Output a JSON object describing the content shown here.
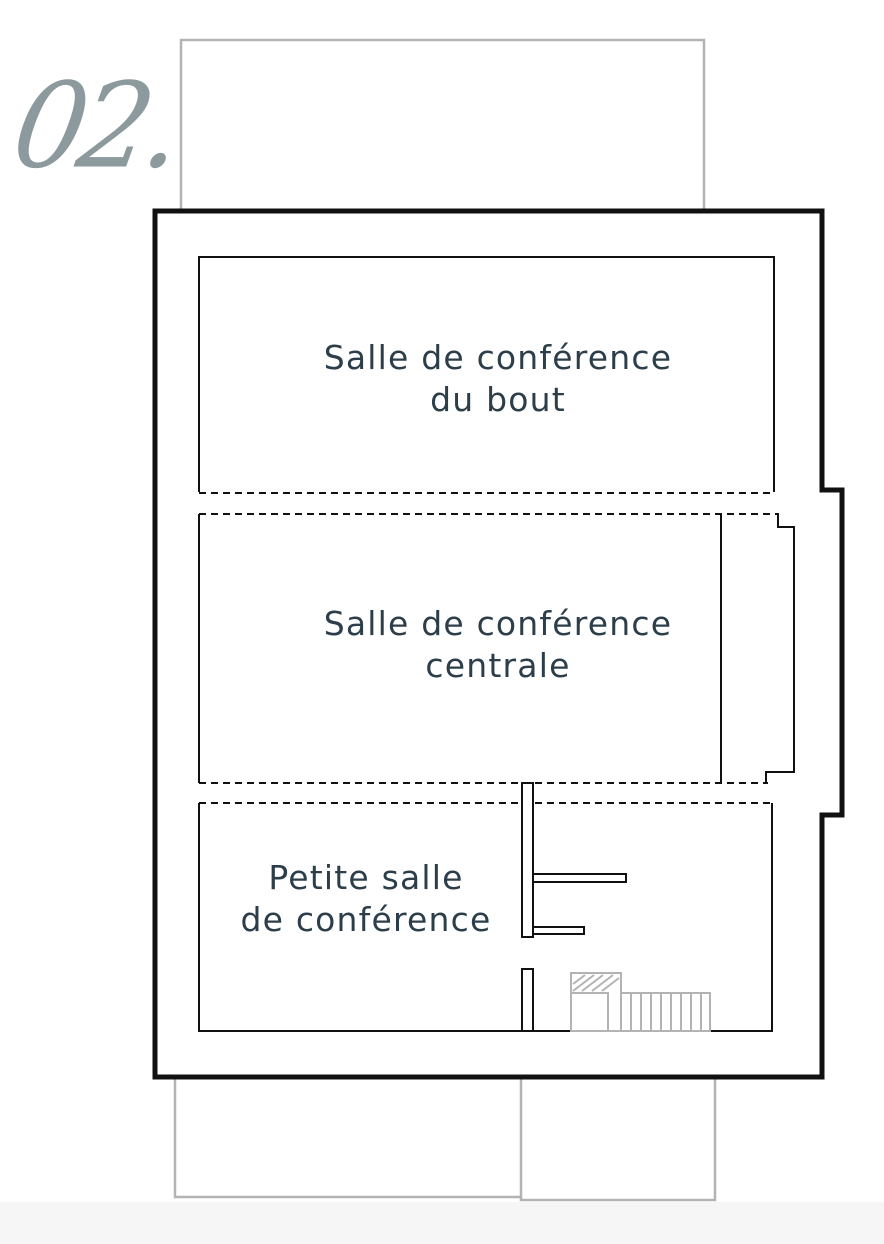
{
  "floor": {
    "number": "02.",
    "color": "#8c9a9d"
  },
  "rooms": [
    {
      "id": "end",
      "lines": [
        "Salle de conférence",
        "du bout"
      ]
    },
    {
      "id": "central",
      "lines": [
        "Salle de conférence",
        "centrale"
      ]
    },
    {
      "id": "small",
      "lines": [
        "Petite salle",
        "de conférence"
      ]
    }
  ],
  "colors": {
    "label_text": "#2c3e4a",
    "wall": "#111111",
    "annex_outline": "#b3b3b3"
  }
}
